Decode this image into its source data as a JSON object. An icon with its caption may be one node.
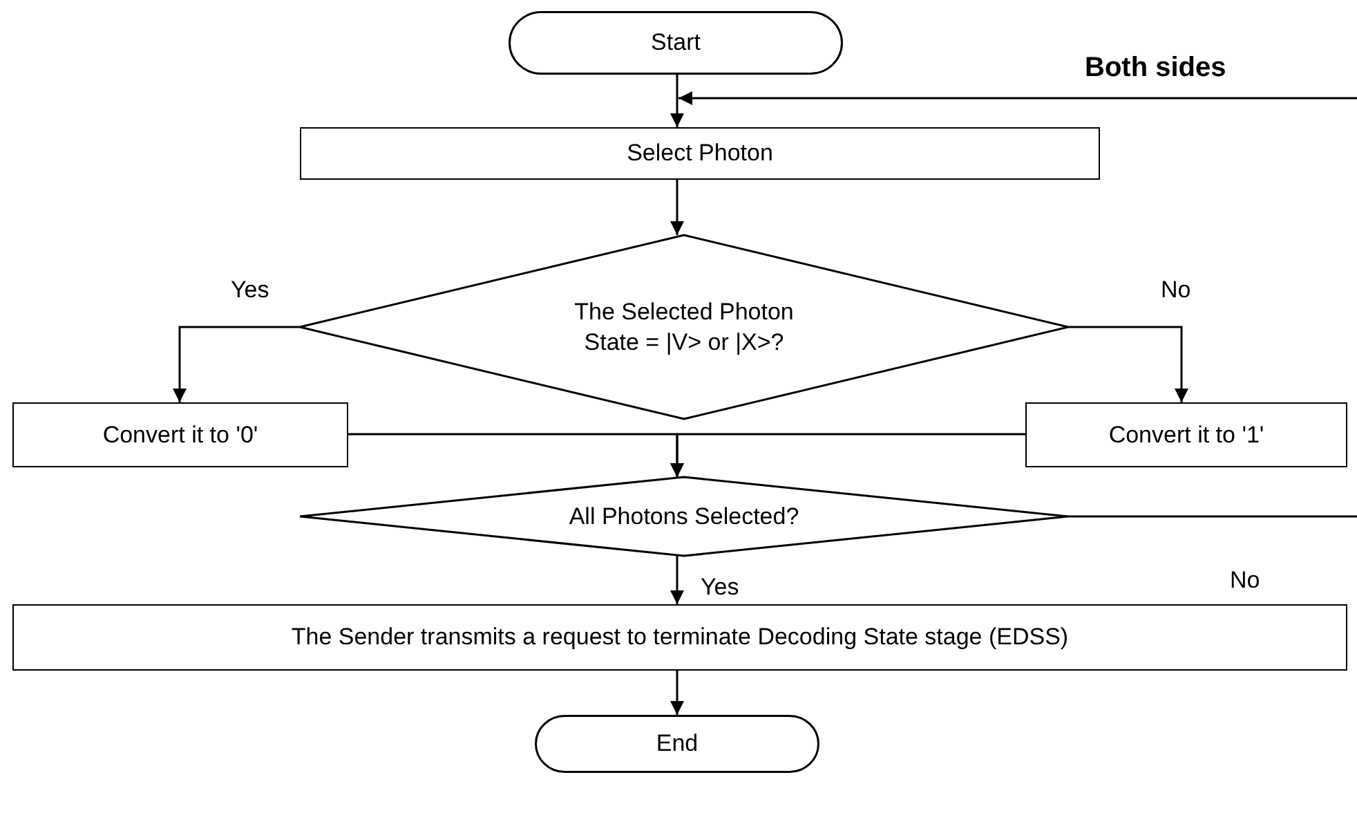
{
  "diagram": {
    "nodes": [
      {
        "text": [
          "Start"
        ]
      },
      {
        "text": [
          "Select Photon"
        ]
      },
      {
        "text": [
          "The Selected Photon State = |V> or |X>?"
        ]
      },
      {
        "text": [
          "Convert it to '0'"
        ]
      },
      {
        "text": [
          "Convert it to '1'"
        ]
      },
      {
        "text": [
          "All Photons Selected?"
        ]
      },
      {
        "text": [
          "The Sender transmits a request to terminate Decoding State stage (EDSS)"
        ]
      },
      {
        "text": [
          "End"
        ]
      }
    ],
    "edges": [
      {
        "from": 0,
        "to": 1,
        "arrow": "to"
      },
      {
        "from": 1,
        "to": 2,
        "arrow": "to"
      },
      {
        "from": 2,
        "to": 3,
        "arrow": "to",
        "label": "Yes"
      },
      {
        "from": 2,
        "to": 4,
        "arrow": "to",
        "label": "No"
      },
      {
        "from": 3,
        "to": 5,
        "arrow": "to"
      },
      {
        "from": 4,
        "to": 5,
        "arrow": "to"
      },
      {
        "from": 5,
        "to": null,
        "arrow": "none",
        "label": "No"
      },
      {
        "from": null,
        "to": 1,
        "arrow": "to"
      },
      {
        "from": 5,
        "to": 6,
        "arrow": "to",
        "label": "Yes"
      },
      {
        "from": 6,
        "to": 7,
        "arrow": "to"
      }
    ],
    "labels": [
      "Both sides"
    ]
  }
}
